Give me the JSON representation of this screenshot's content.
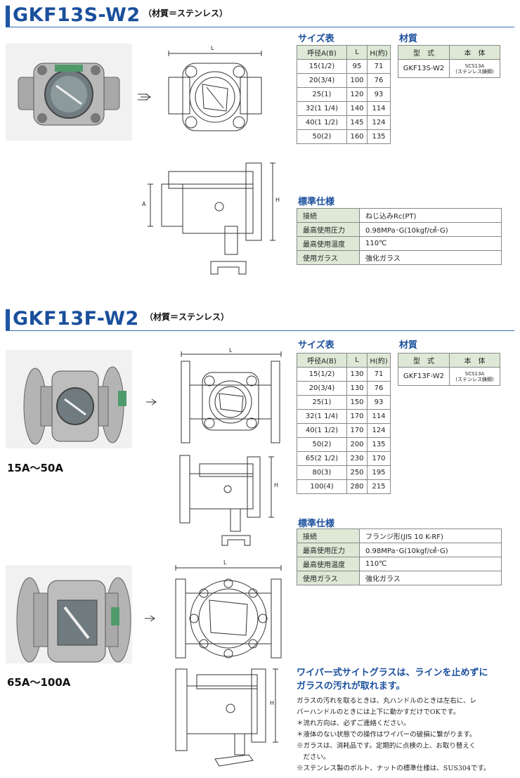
{
  "section1": {
    "title": "GKF13S-W2",
    "subtitle": "（材質＝ステンレス）",
    "size_heading": "サイズ表",
    "size_headers": [
      "呼径A(B)",
      "L",
      "H(約)"
    ],
    "size_rows": [
      [
        "15(1/2)",
        "95",
        "71"
      ],
      [
        "20(3/4)",
        "100",
        "76"
      ],
      [
        "25(1)",
        "120",
        "93"
      ],
      [
        "32(1 1/4)",
        "140",
        "114"
      ],
      [
        "40(1 1/2)",
        "145",
        "124"
      ],
      [
        "50(2)",
        "160",
        "135"
      ]
    ],
    "material_heading": "材質",
    "material_headers": [
      "型　式",
      "本　体"
    ],
    "material_row": {
      "model": "GKF13S-W2",
      "body_line1": "SCS13A",
      "body_line2": "(ステンレス鋳鋼)"
    },
    "spec_heading": "標準仕様",
    "spec_rows": [
      [
        "接続",
        "ねじ込みRc(PT)"
      ],
      [
        "最高使用圧力",
        "0.98MPa･G(10kgf/㎠･G)"
      ],
      [
        "最高使用温度",
        "110℃"
      ],
      [
        "使用ガラス",
        "強化ガラス"
      ]
    ]
  },
  "section2": {
    "title": "GKF13F-W2",
    "subtitle": "（材質＝ステンレス）",
    "size_heading": "サイズ表",
    "size_headers": [
      "呼径A(B)",
      "L",
      "H(約)"
    ],
    "size_rows": [
      [
        "15(1/2)",
        "130",
        "71"
      ],
      [
        "20(3/4)",
        "130",
        "76"
      ],
      [
        "25(1)",
        "150",
        "93"
      ],
      [
        "32(1 1/4)",
        "170",
        "114"
      ],
      [
        "40(1 1/2)",
        "170",
        "124"
      ],
      [
        "50(2)",
        "200",
        "135"
      ],
      [
        "65(2 1/2)",
        "230",
        "170"
      ],
      [
        "80(3)",
        "250",
        "195"
      ],
      [
        "100(4)",
        "280",
        "215"
      ]
    ],
    "material_heading": "材質",
    "material_headers": [
      "型　式",
      "本　体"
    ],
    "material_row": {
      "model": "GKF13F-W2",
      "body_line1": "SCS13A",
      "body_line2": "(ステンレス鋳鋼)"
    },
    "spec_heading": "標準仕様",
    "spec_rows": [
      [
        "接続",
        "フランジ形(JIS 10 K-RF)"
      ],
      [
        "最高使用圧力",
        "0.98MPa･G(10kgf/㎠･G)"
      ],
      [
        "最高使用温度",
        "110℃"
      ],
      [
        "使用ガラス",
        "強化ガラス"
      ]
    ],
    "range_small": "15A〜50A",
    "range_large": "65A〜100A"
  },
  "drawing_labels": {
    "L": "L",
    "H": "H",
    "A": "A"
  },
  "wiper": {
    "headline1": "ワイパー式サイトグラスは、ラインを止めずに",
    "headline2": "ガラスの汚れが取れます。",
    "notes": [
      "ガラスの汚れを取るときは、丸ハンドルのときは左右に、レ",
      "バーハンドルのときには上下に動かすだけでOKです。",
      "＊流れ方向は、必ずご連絡ください。",
      "＊液体のない状態での操作はワイパーの破損に繋がります。",
      "※ガラスは、消耗品です。定期的に点検の上、お取り替えく",
      "　ださい。",
      "※ステンレス製のボルト、ナットの標準仕様は、SUS304です。"
    ]
  },
  "colors": {
    "title_blue": "#1a4f9c",
    "header_green": "#dde9d6"
  }
}
